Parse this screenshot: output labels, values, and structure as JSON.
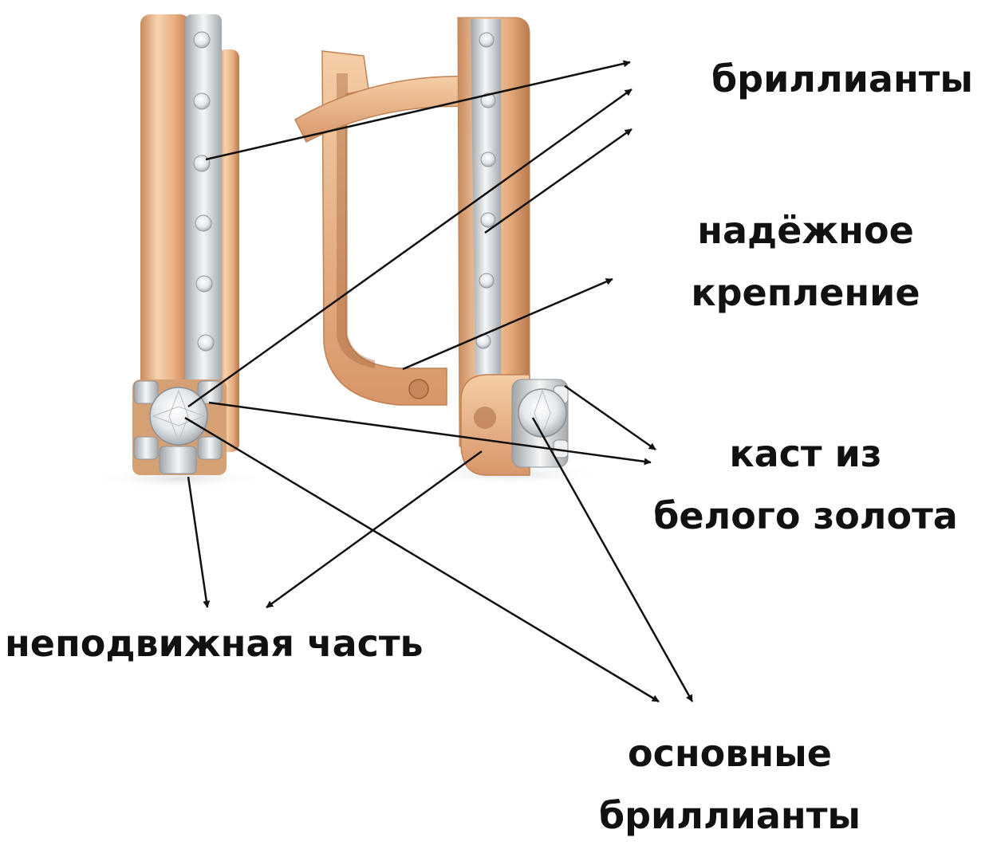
{
  "labels": {
    "diamonds": "бриллианты",
    "clasp": [
      "надёжное",
      "крепление"
    ],
    "setting": [
      "каст из",
      "белого золота"
    ],
    "fixed_part": "неподвижная часть",
    "main_diamonds": [
      "основные",
      "бриллианты"
    ]
  },
  "colors": {
    "gold_light": "#f6cfa6",
    "gold_mid": "#e3a676",
    "gold_dark": "#b8764a",
    "white_gold": "#e9ecee",
    "arrow": "#111111",
    "text": "#111111"
  }
}
